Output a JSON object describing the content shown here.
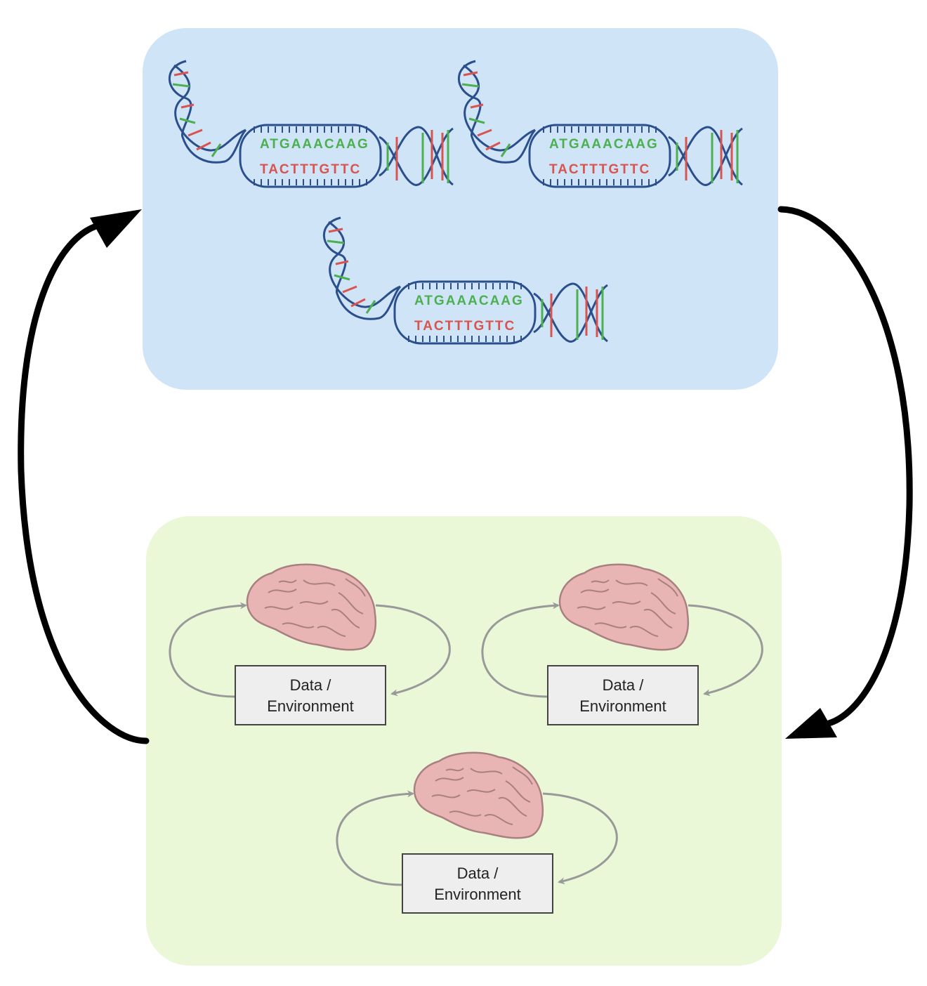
{
  "colors": {
    "genome_panel": "#cfe4f7",
    "brain_panel": "#eaf8d8",
    "cycle_arrow": "#000000",
    "loop_arrow": "#999999",
    "dna_backbone": "#2b4f8c",
    "base_red": "#d9534f",
    "base_green": "#4caf50",
    "brain_fill": "#e8b4b4",
    "brain_outline": "#a98080",
    "env_box_fill": "#eeeeee",
    "env_box_border": "#444444"
  },
  "genome_panel": {
    "dna_strands": [
      {
        "top_sequence": "ATGAAACAAG",
        "bottom_sequence": "TACTTTGTTC"
      },
      {
        "top_sequence": "ATGAAACAAG",
        "bottom_sequence": "TACTTTGTTC"
      },
      {
        "top_sequence": "ATGAAACAAG",
        "bottom_sequence": "TACTTTGTTC"
      }
    ]
  },
  "learning_panel": {
    "agents": [
      {
        "env_line1": "Data /",
        "env_line2": "Environment"
      },
      {
        "env_line1": "Data /",
        "env_line2": "Environment"
      },
      {
        "env_line1": "Data /",
        "env_line2": "Environment"
      }
    ]
  },
  "icons": {
    "dna": "dna-helix-icon",
    "brain": "brain-icon"
  }
}
